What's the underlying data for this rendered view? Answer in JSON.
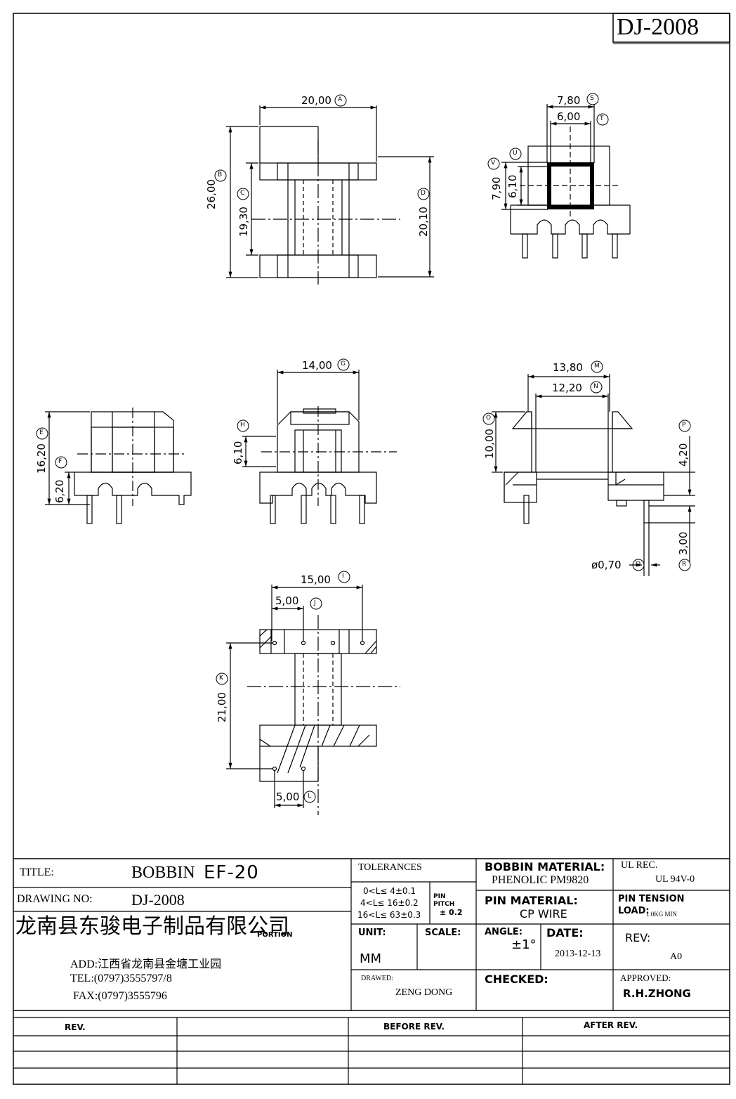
{
  "drawing_number_box": "DJ-2008",
  "dims": {
    "A": {
      "value": "20,00",
      "tag": "A"
    },
    "B": {
      "value": "26,00",
      "tag": "B"
    },
    "C": {
      "value": "19,30",
      "tag": "C"
    },
    "D": {
      "value": "20,10",
      "tag": "D"
    },
    "S": {
      "value": "7,80",
      "tag": "S"
    },
    "T": {
      "value": "6,00",
      "tag": "T"
    },
    "U": {
      "value": "6,10",
      "tag": "U"
    },
    "V": {
      "value": "7,90",
      "tag": "V"
    },
    "E": {
      "value": "16,20",
      "tag": "E"
    },
    "F": {
      "value": "6,20",
      "tag": "F"
    },
    "G": {
      "value": "14,00",
      "tag": "G"
    },
    "H": {
      "value": "6,10",
      "tag": "H"
    },
    "M": {
      "value": "13,80",
      "tag": "M"
    },
    "N": {
      "value": "12,20",
      "tag": "N"
    },
    "O": {
      "value": "10,00",
      "tag": "O"
    },
    "P": {
      "value": "4,20",
      "tag": "P"
    },
    "Q": {
      "value": "ø0,70",
      "tag": "Q"
    },
    "R": {
      "value": "3,00",
      "tag": "R"
    },
    "I": {
      "value": "15,00",
      "tag": "I"
    },
    "J": {
      "value": "5,00",
      "tag": "J"
    },
    "K": {
      "value": "21,00",
      "tag": "K"
    },
    "L": {
      "value": "5,00",
      "tag": "L"
    }
  },
  "title_block": {
    "title_label": "TITLE:",
    "title_value_a": "BOBBIN",
    "title_value_b": "EF-20",
    "drawing_no_label": "DRAWING NO:",
    "drawing_no_value": "DJ-2008",
    "company": "龙南县东骏电子制品有限公司",
    "portion": "PORTION",
    "address": "ADD:江西省龙南县金塘工业园",
    "tel": "TEL:(0797)3555797/8",
    "fax": "FAX:(0797)3555796",
    "tolerances_label": "TOLERANCES",
    "tol_line1": "0<L≤ 4±0.1",
    "tol_line2": "4<L≤ 16±0.2",
    "tol_line3": "16<L≤ 63±0.3",
    "pin_pitch_1": "PIN",
    "pin_pitch_2": "PITCH",
    "pin_pitch_3": "± 0.2",
    "unit_label": "UNIT:",
    "unit_value": "MM",
    "scale_label": "SCALE:",
    "drawed_label": "DRAWED:",
    "drawed_value": "ZENG DONG",
    "bobbin_material_label": "BOBBIN MATERIAL:",
    "bobbin_material_value": "PHENOLIC  PM9820",
    "pin_material_label": "PIN MATERIAL:",
    "pin_material_value": "CP WIRE",
    "angle_label": "ANGLE:",
    "angle_value": "±1°",
    "date_label": "DATE:",
    "date_value": "2013-12-13",
    "checked_label": "CHECKED:",
    "ul_rec_label": "UL REC.",
    "ul_rec_value": "UL  94V-0",
    "pin_tension_label": "PIN TENSION",
    "load_label": "LOAD:",
    "load_value": "1.0KG MIN",
    "rev_label": "REV:",
    "rev_value": "A0",
    "approved_label": "APPROVED:",
    "approved_value": "R.H.ZHONG"
  },
  "revision_table": {
    "headers": [
      "REV.",
      "",
      "BEFORE REV.",
      "",
      "AFTER REV."
    ]
  }
}
